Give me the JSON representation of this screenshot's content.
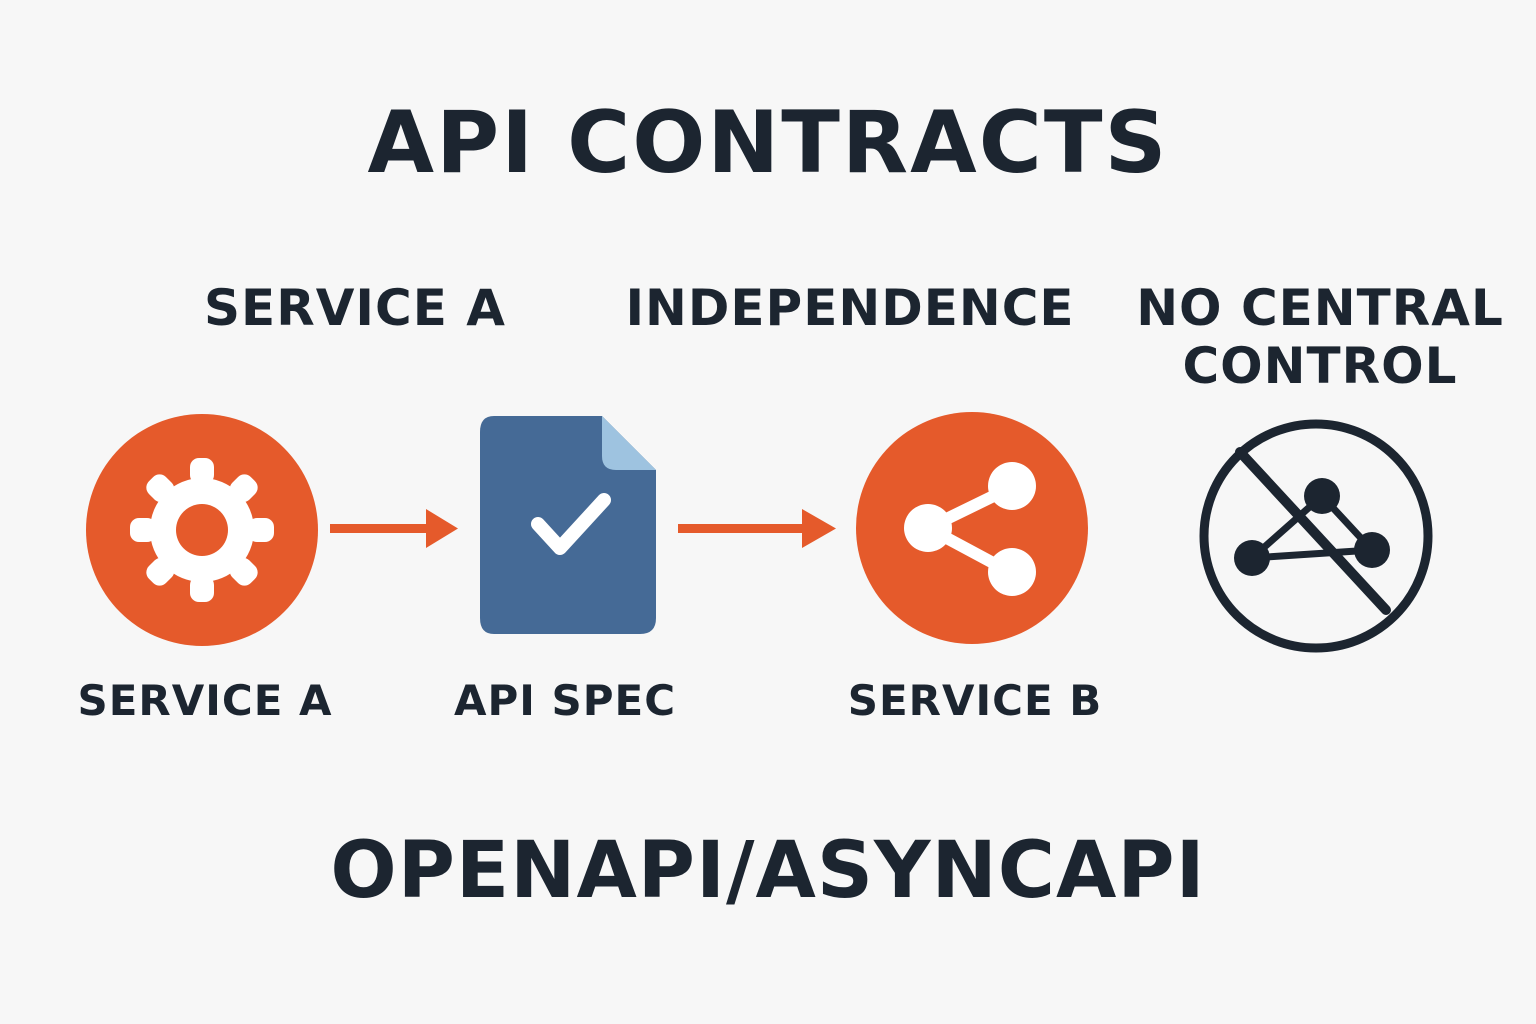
{
  "title": "API CONTRACTS",
  "headings": {
    "service_a": "SERVICE A",
    "independence": "INDEPENDENCE",
    "no_central_line1": "NO CENTRAL",
    "no_central_line2": "CONTROL"
  },
  "nodes": {
    "service_a": {
      "label": "SERVICE A",
      "icon": "gear-icon"
    },
    "api_spec": {
      "label": "API SPEC",
      "icon": "document-check-icon"
    },
    "service_b": {
      "label": "SERVICE B",
      "icon": "share-nodes-icon"
    },
    "no_central_control": {
      "icon": "no-network-icon"
    }
  },
  "footer": "OPENAPI/ASYNCAPI",
  "colors": {
    "accent": "#e55a2b",
    "spec_blue": "#456a96",
    "text": "#1c2530",
    "background": "#f7f7f7"
  }
}
